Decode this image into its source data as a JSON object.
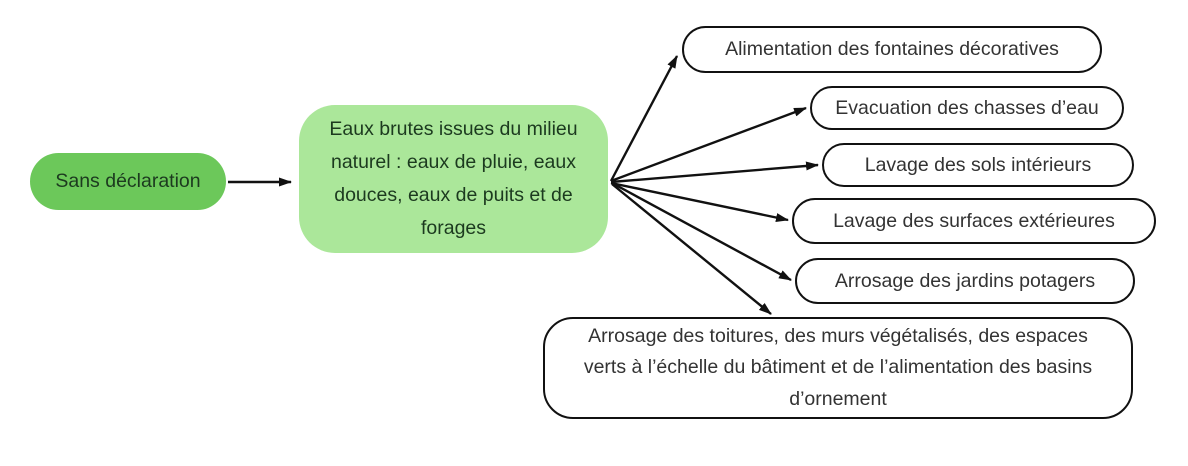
{
  "diagram": {
    "background": "#ffffff",
    "root": {
      "label": "Sans déclaration"
    },
    "source": {
      "label": "Eaux brutes issues du milieu naturel : eaux de pluie, eaux douces, eaux de puits et de forages"
    },
    "uses": [
      {
        "label": "Alimentation des fontaines décoratives"
      },
      {
        "label": "Evacuation des chasses d’eau"
      },
      {
        "label": "Lavage des sols intérieurs"
      },
      {
        "label": "Lavage des surfaces extérieures"
      },
      {
        "label": "Arrosage des jardins potagers"
      },
      {
        "label": "Arrosage des toitures, des murs végétalisés, des espaces verts à l’échelle du bâtiment et de l’alimentation des basins d’ornement"
      }
    ],
    "edges": [
      {
        "from": "root",
        "to": "source"
      },
      {
        "from": "source",
        "to": "uses.0"
      },
      {
        "from": "source",
        "to": "uses.1"
      },
      {
        "from": "source",
        "to": "uses.2"
      },
      {
        "from": "source",
        "to": "uses.3"
      },
      {
        "from": "source",
        "to": "uses.4"
      },
      {
        "from": "source",
        "to": "uses.5"
      }
    ],
    "colors": {
      "root_fill": "#6cc85a",
      "source_fill": "#abe79a",
      "node_border": "#111111",
      "arrow": "#111111",
      "text_green": "#1c3a1f",
      "text_node": "#333333"
    }
  }
}
